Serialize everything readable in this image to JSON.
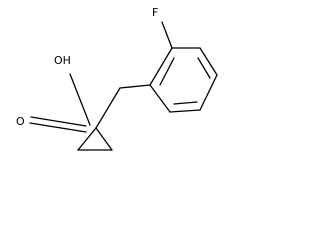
{
  "molecule": {
    "labels": {
      "fluorine": "F",
      "hydroxyl": "OH",
      "carbonyl_oxygen": "O"
    },
    "colors": {
      "bond": "#000000",
      "text": "#000000",
      "background": "#ffffff"
    }
  }
}
